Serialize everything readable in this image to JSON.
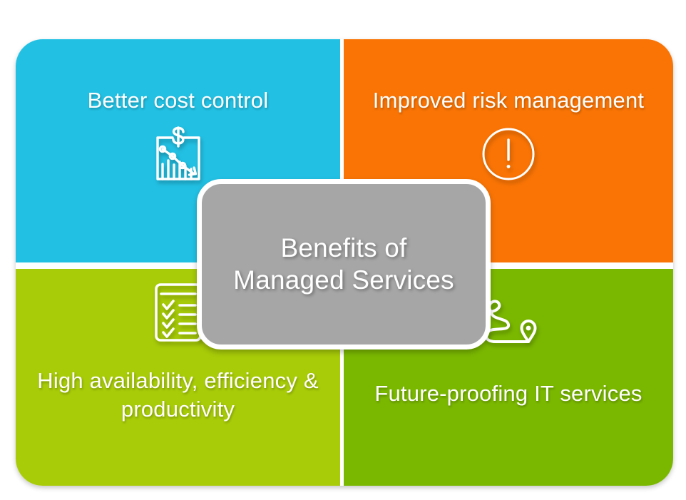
{
  "center": {
    "title": "Benefits of\nManaged Services",
    "bg_color": "#a6a6a6",
    "text_color": "#ffffff"
  },
  "quadrants": [
    {
      "id": "better-cost-control",
      "label": "Better cost control",
      "icon": "declining-chart-dollar-icon",
      "color": "#22c1e4",
      "position": "top-left",
      "icon_position": "below-label"
    },
    {
      "id": "improved-risk-management",
      "label": "Improved risk management",
      "icon": "exclamation-circle-icon",
      "color": "#f97405",
      "position": "top-right",
      "icon_position": "below-label"
    },
    {
      "id": "high-availability-efficiency-productivity",
      "label": "High availability, efficiency &\nproductivity",
      "icon": "checklist-clipboard-icon",
      "color": "#a8cc08",
      "position": "bottom-left",
      "icon_position": "above-label"
    },
    {
      "id": "future-proofing-it-services",
      "label": "Future-proofing IT services",
      "icon": "route-map-pins-icon",
      "color": "#7ab800",
      "position": "bottom-right",
      "icon_position": "above-label"
    }
  ]
}
